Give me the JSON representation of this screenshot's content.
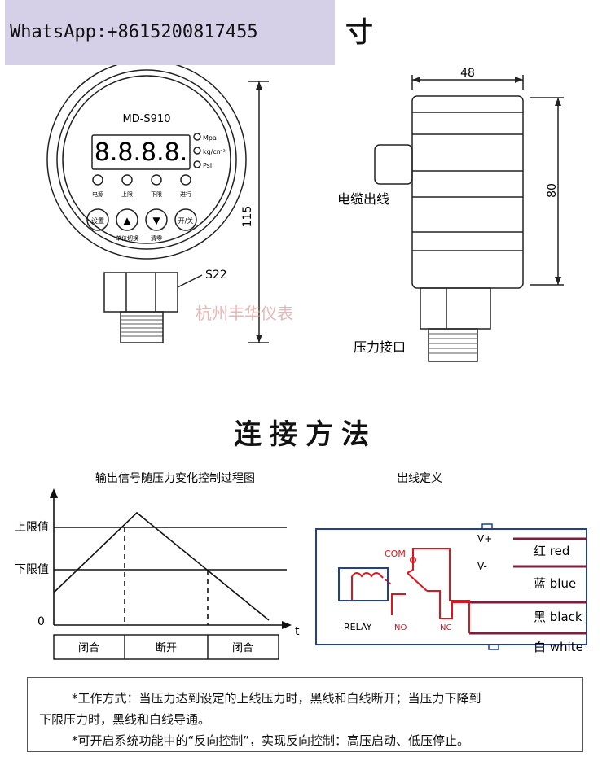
{
  "banner": {
    "whatsapp": "WhatsApp:+8615200817455",
    "title_fragment": "寸"
  },
  "front_view": {
    "model": "MD-S910",
    "digits": "8.8.8.8.",
    "units": [
      "Mpa",
      "kg/cm²",
      "Psi"
    ],
    "indicators": [
      "电源",
      "上限",
      "下限",
      "进行"
    ],
    "buttons": [
      "设置",
      "▲",
      "▼",
      "开/关"
    ],
    "button_captions": [
      "单位切换",
      "清零"
    ],
    "dim_height": "115",
    "hex_label": "S22",
    "watermark": "杭州丰华仪表"
  },
  "side_view": {
    "dim_width": "48",
    "dim_height": "80",
    "cable_label": "电缆出线",
    "port_label": "压力接口"
  },
  "section_title": "连接方法",
  "process_chart": {
    "title": "输出信号随压力变化控制过程图",
    "y_upper": "上限值",
    "y_lower": "下限值",
    "y_zero": "0",
    "x_label": "t",
    "states": [
      "闭合",
      "断开",
      "闭合"
    ]
  },
  "wiring": {
    "title": "出线定义",
    "com": "COM",
    "relay": "RELAY",
    "no": "NO",
    "nc": "NC",
    "vplus": "V+",
    "vminus": "V-",
    "wires": [
      "红 red",
      "蓝 blue",
      "黑 black",
      "白 white"
    ],
    "colors": {
      "accent": "#e0141c",
      "frame": "#1f3f9e",
      "wire": "#7a1f3d"
    }
  },
  "notes": [
    "*工作方式：当压力达到设定的上线压力时，黑线和白线断开；当压力下降到",
    "下限压力时，黑线和白线导通。",
    "*可开启系统功能中的“反向控制”，实现反向控制：高压启动、低压停止。"
  ]
}
